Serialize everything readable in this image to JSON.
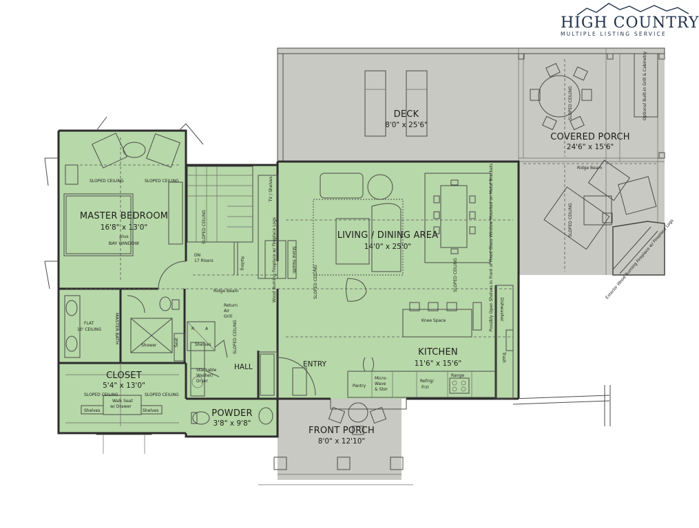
{
  "logo": {
    "main": "HIGH COUNTRY",
    "sub": "MULTIPLE LISTING SERVICE",
    "color": "#1e2f4a"
  },
  "colors": {
    "interior": "#b7d8a8",
    "exterior": "#c8c9c3",
    "wall": "#2c2c2c"
  },
  "rooms": {
    "deck": {
      "name": "DECK",
      "dims": "8'0\" x 25'6\""
    },
    "covered_porch": {
      "name": "COVERED PORCH",
      "dims": "24'6\" x 15'6\""
    },
    "master_bedroom": {
      "name": "MASTER BEDROOM",
      "dims": "16'8\" x 13'0\""
    },
    "living_dining": {
      "name": "LIVING / DINING AREA",
      "dims": "14'0\" x 25'0\""
    },
    "kitchen": {
      "name": "KITCHEN",
      "dims": "11'6\" x 15'6\""
    },
    "closet": {
      "name": "CLOSET",
      "dims": "5'4\" x 13'0\""
    },
    "powder": {
      "name": "POWDER",
      "dims": "3'8\" x 9'8\""
    },
    "front_porch": {
      "name": "FRONT PORCH",
      "dims": "8'0\" x 12'10\""
    },
    "master_bath": {
      "name": "MASTER BATH"
    },
    "hall": {
      "name": "HALL"
    },
    "entry": {
      "name": "ENTRY"
    }
  },
  "notes": {
    "sloped_ceiling": "SLOPED CEILING",
    "plus_bay_window_1": "plus",
    "plus_bay_window_2": "BAY WINDOW",
    "dn": "DN",
    "risers": "17 Risers",
    "railing": "Railing",
    "ridge_beam": "Ridge Beam",
    "return_air_1": "Return",
    "return_air_2": "Air",
    "return_air_3": "Grill",
    "flat_ceiling_1": "FLAT",
    "flat_ceiling_2": "10' CEILING",
    "shower": "Shower",
    "seat": "Seat",
    "shelves": "Shelves",
    "stackable_1": "Stackable",
    "stackable_2": "Washer/",
    "stackable_3": "Dryer",
    "walk_seat_1": "Walk Seat",
    "walk_seat_2": "w/ Drawer",
    "tv_shelves": "TV / Shelves",
    "wood_burning": "Wood Burning Fireplace w/ Fireplace Logs",
    "stone_hearth": "Stone Hearth",
    "knee_space": "Knee Space",
    "pantry": "Pantry",
    "microwave_1": "Micro-",
    "microwave_2": "Wave",
    "microwave_3": "& Stor",
    "refrig_1": "Refrig/",
    "refrig_2": "Frzr",
    "range": "Range",
    "dishwasher": "Dishwasher",
    "trash": "Trash",
    "optional_grill": "Optional Built-in Grill & Cabinetry",
    "exterior_fireplace": "Exterior Wood Burning Fireplace w/ Fireplace Logs",
    "kitchen_shelves": "Possibly Open Shelves in Front of Fixed Glass Window Mounted on Metal Brackets",
    "r_box": "R",
    "a_box": "A"
  }
}
